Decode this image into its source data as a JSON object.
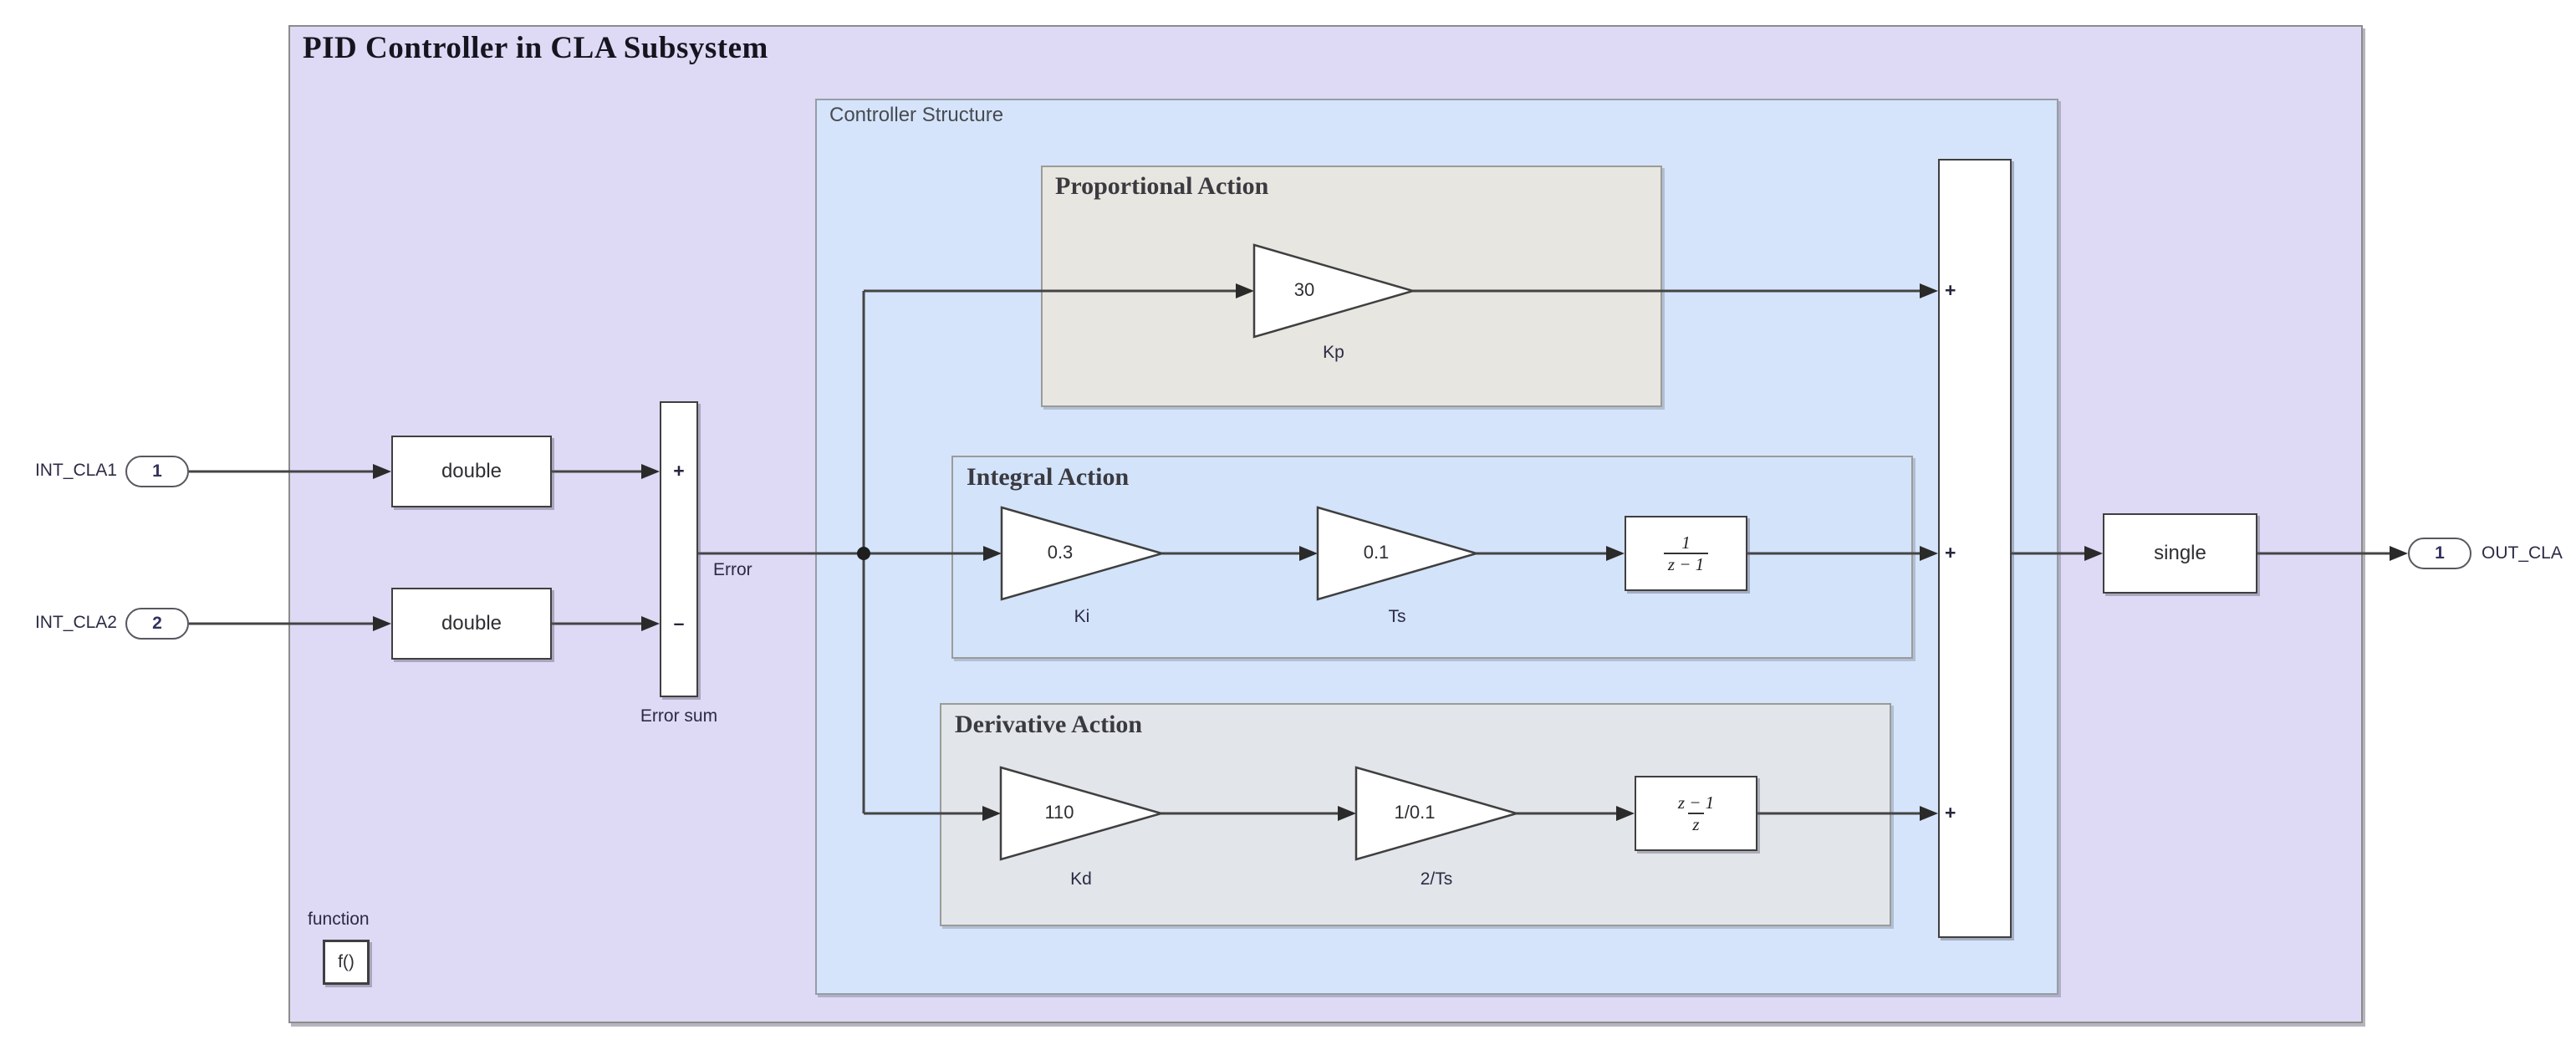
{
  "header": {
    "title": "PID Controller in CLA Subsystem"
  },
  "areas": {
    "controller": {
      "label": "Controller Structure"
    },
    "proportional": {
      "title": "Proportional Action"
    },
    "integral": {
      "title": "Integral Action"
    },
    "derivative": {
      "title": "Derivative Action"
    }
  },
  "ports": {
    "in1": {
      "label": "INT_CLA1",
      "number": "1"
    },
    "in2": {
      "label": "INT_CLA2",
      "number": "2"
    },
    "out": {
      "label": "OUT_CLA",
      "number": "1"
    }
  },
  "blocks": {
    "dtc_in1": {
      "text": "double"
    },
    "dtc_in2": {
      "text": "double"
    },
    "error_sum": {
      "plus": "+",
      "minus": "–",
      "name": "Error sum"
    },
    "kp": {
      "gain": "30",
      "name": "Kp"
    },
    "ki": {
      "gain": "0.3",
      "name": "Ki"
    },
    "ts": {
      "gain": "0.1",
      "name": "Ts"
    },
    "kd": {
      "gain": "110",
      "name": "Kd"
    },
    "two_ts": {
      "gain": "1/0.1",
      "name": "2/Ts"
    },
    "int_tf": {
      "num": "1",
      "den": "z − 1"
    },
    "der_tf": {
      "num": "z − 1",
      "den": "z"
    },
    "out_sum": {
      "sign1": "+",
      "sign2": "+",
      "sign3": "+"
    },
    "dtc_out": {
      "text": "single"
    },
    "fcn": {
      "label": "function",
      "text": "f()"
    }
  },
  "signals": {
    "error": "Error"
  },
  "colors": {
    "outer_fill": "#DED9F4",
    "controller_fill": "#D5E4FA",
    "proportional_fill": "#E8E6E0",
    "integral_fill": "#D3E3FA",
    "derivative_fill": "#E2E5E9",
    "block_fill": "#FFFFFF",
    "line_color": "#444444",
    "title_color": "#15151F"
  }
}
